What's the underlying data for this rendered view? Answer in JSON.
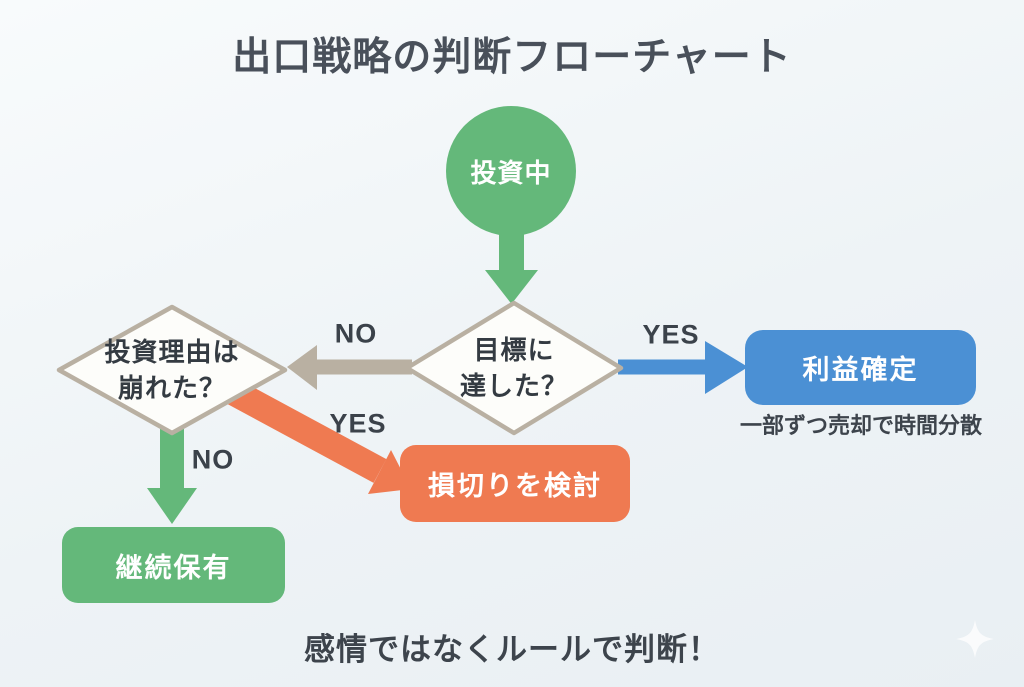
{
  "title": "出口戦略の判断フローチャート",
  "footer": "感情ではなくルールで判断！",
  "flow": {
    "start": {
      "label": "投資中"
    },
    "goal_check": {
      "line1": "目標に",
      "line2": "達した？",
      "yes_label": "YES",
      "no_label": "NO"
    },
    "reason_check": {
      "line1": "投資理由は",
      "line2": "崩れた？",
      "yes_label": "YES",
      "no_label": "NO"
    },
    "take_profit": {
      "label": "利益確定",
      "note": "一部ずつ売却で時間分散"
    },
    "consider_stop_loss": {
      "label": "損切りを検討"
    },
    "keep_holding": {
      "label": "継続保有"
    }
  },
  "decoration": {
    "sparkle": "✦"
  },
  "colors": {
    "background_top": "#f8fbfc",
    "background_bottom": "#e9eff3",
    "green": "#64b87a",
    "blue": "#4b90d4",
    "orange": "#ef7a51",
    "tan": "#b9b0a2",
    "diamond_fill": "#fdfdfa",
    "text_dark": "#3d444c",
    "title_color": "#49505a",
    "text_white": "#ffffff"
  }
}
